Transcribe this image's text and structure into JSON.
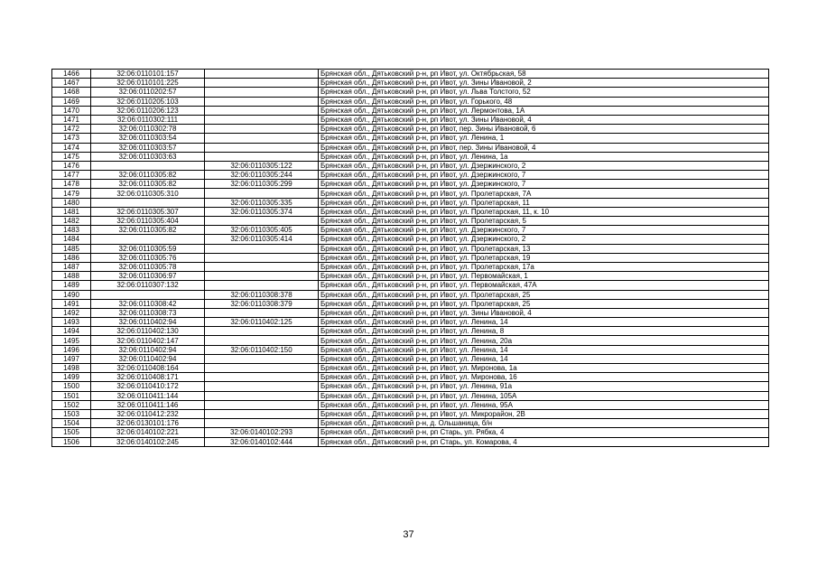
{
  "rows": [
    {
      "num": "1466",
      "cad": "32:06:0110101:157",
      "cad2": "",
      "addr": "Брянская обл., Дятьковский р-н, рп Ивот, ул. Октябрьская, 58"
    },
    {
      "num": "1467",
      "cad": "32:06:0110101:225",
      "cad2": "",
      "addr": "Брянская обл., Дятьковский р-н, рп Ивот, ул. Зины Ивановой, 2"
    },
    {
      "num": "1468",
      "cad": "32:06:0110202:57",
      "cad2": "",
      "addr": "Брянская обл., Дятьковский р-н, рп Ивот, ул. Льва Толстого, 52"
    },
    {
      "num": "1469",
      "cad": "32:06:0110205:103",
      "cad2": "",
      "addr": "Брянская обл., Дятьковский р-н, рп Ивот, ул. Горького, 48"
    },
    {
      "num": "1470",
      "cad": "32:06:0110206:123",
      "cad2": "",
      "addr": "Брянская обл., Дятьковский р-н, рп Ивот, ул. Лермонтова, 1А"
    },
    {
      "num": "1471",
      "cad": "32:06:0110302:111",
      "cad2": "",
      "addr": "Брянская обл., Дятьковский р-н, рп Ивот, ул. Зины Ивановой, 4"
    },
    {
      "num": "1472",
      "cad": "32:06:0110302:78",
      "cad2": "",
      "addr": "Брянская обл., Дятьковский р-н, рп Ивот, пер. Зины Ивановой, 6"
    },
    {
      "num": "1473",
      "cad": "32:06:0110303:54",
      "cad2": "",
      "addr": "Брянская обл., Дятьковский р-н, рп Ивот, ул. Ленина, 1"
    },
    {
      "num": "1474",
      "cad": "32:06:0110303:57",
      "cad2": "",
      "addr": "Брянская обл., Дятьковский р-н, рп Ивот, пер. Зины Ивановой, 4"
    },
    {
      "num": "1475",
      "cad": "32:06:0110303:63",
      "cad2": "",
      "addr": "Брянская обл., Дятьковский р-н, рп Ивот, ул. Ленина, 1а"
    },
    {
      "num": "1476",
      "cad": "",
      "cad2": "32:06:0110305:122",
      "addr": "Брянская обл., Дятьковский р-н, рп Ивот, ул. Дзержинского, 2"
    },
    {
      "num": "1477",
      "cad": "32:06:0110305:82",
      "cad2": "32:06:0110305:244",
      "addr": "Брянская обл., Дятьковский р-н, рп Ивот, ул. Дзержинского, 7"
    },
    {
      "num": "1478",
      "cad": "32:06:0110305:82",
      "cad2": "32:06:0110305:299",
      "addr": "Брянская обл., Дятьковский р-н, рп Ивот, ул. Дзержинского, 7"
    },
    {
      "num": "1479",
      "cad": "32:06:0110305:310",
      "cad2": "",
      "addr": "Брянская обл., Дятьковский р-н, рп Ивот, ул. Пролетарская, 7А"
    },
    {
      "num": "1480",
      "cad": "",
      "cad2": "32:06:0110305:335",
      "addr": "Брянская обл., Дятьковский р-н, рп Ивот, ул. Пролетарская, 11"
    },
    {
      "num": "1481",
      "cad": "32:06:0110305:307",
      "cad2": "32:06:0110305:374",
      "addr": "Брянская обл., Дятьковский р-н, рп Ивот, ул. Пролетарская, 11, к. 10"
    },
    {
      "num": "1482",
      "cad": "32:06:0110305:404",
      "cad2": "",
      "addr": "Брянская обл., Дятьковский р-н, рп Ивот, ул. Пролетарская, 5"
    },
    {
      "num": "1483",
      "cad": "32:06:0110305:82",
      "cad2": "32:06:0110305:405",
      "addr": "Брянская обл., Дятьковский р-н, рп Ивот, ул. Дзержинского, 7"
    },
    {
      "num": "1484",
      "cad": "",
      "cad2": "32:06:0110305:414",
      "addr": "Брянская обл., Дятьковский р-н, рп Ивот, ул. Дзержинского, 2"
    },
    {
      "num": "1485",
      "cad": "32:06:0110305:59",
      "cad2": "",
      "addr": "Брянская обл., Дятьковский р-н, рп Ивот, ул. Пролетарская, 13"
    },
    {
      "num": "1486",
      "cad": "32:06:0110305:76",
      "cad2": "",
      "addr": "Брянская обл., Дятьковский р-н, рп Ивот, ул. Пролетарская, 19"
    },
    {
      "num": "1487",
      "cad": "32:06:0110305:78",
      "cad2": "",
      "addr": "Брянская обл., Дятьковский р-н, рп Ивот, ул. Пролетарская, 17а"
    },
    {
      "num": "1488",
      "cad": "32:06:0110306:97",
      "cad2": "",
      "addr": "Брянская обл., Дятьковский р-н, рп Ивот, ул. Первомайская, 1"
    },
    {
      "num": "1489",
      "cad": "32:06:0110307:132",
      "cad2": "",
      "addr": "Брянская обл., Дятьковский р-н, рп Ивот, ул. Первомайская, 47А"
    },
    {
      "num": "1490",
      "cad": "",
      "cad2": "32:06:0110308:378",
      "addr": "Брянская обл., Дятьковский р-н, рп Ивот, ул. Пролетарская, 25"
    },
    {
      "num": "1491",
      "cad": "32:06:0110308:42",
      "cad2": "32:06:0110308:379",
      "addr": "Брянская обл., Дятьковский р-н, рп Ивот, ул. Пролетарская, 25"
    },
    {
      "num": "1492",
      "cad": "32:06:0110308:73",
      "cad2": "",
      "addr": "Брянская обл., Дятьковский р-н, рп Ивот, ул. Зины Ивановой, 4"
    },
    {
      "num": "1493",
      "cad": "32:06:0110402:94",
      "cad2": "32:06:0110402:125",
      "addr": "Брянская обл., Дятьковский р-н, рп Ивот, ул. Ленина, 14"
    },
    {
      "num": "1494",
      "cad": "32:06:0110402:130",
      "cad2": "",
      "addr": "Брянская обл., Дятьковский р-н, рп Ивот, ул. Ленина, 8"
    },
    {
      "num": "1495",
      "cad": "32:06:0110402:147",
      "cad2": "",
      "addr": "Брянская обл., Дятьковский р-н, рп Ивот, ул. Ленина, 20а"
    },
    {
      "num": "1496",
      "cad": "32:06:0110402:94",
      "cad2": "32:06:0110402:150",
      "addr": "Брянская обл., Дятьковский р-н, рп Ивот, ул. Ленина, 14"
    },
    {
      "num": "1497",
      "cad": "32:06:0110402:94",
      "cad2": "",
      "addr": "Брянская обл., Дятьковский р-н, рп Ивот, ул. Ленина, 14"
    },
    {
      "num": "1498",
      "cad": "32:06:0110408:164",
      "cad2": "",
      "addr": "Брянская обл., Дятьковский р-н, рп Ивот, ул. Миронова, 1а"
    },
    {
      "num": "1499",
      "cad": "32:06:0110408:171",
      "cad2": "",
      "addr": "Брянская обл., Дятьковский р-н, рп Ивот, ул. Миронова, 16"
    },
    {
      "num": "1500",
      "cad": "32:06:0110410:172",
      "cad2": "",
      "addr": "Брянская обл., Дятьковский р-н, рп Ивот, ул. Ленина, 91а"
    },
    {
      "num": "1501",
      "cad": "32:06:0110411:144",
      "cad2": "",
      "addr": "Брянская обл., Дятьковский р-н, рп Ивот, ул. Ленина, 105А"
    },
    {
      "num": "1502",
      "cad": "32:06:0110411:146",
      "cad2": "",
      "addr": "Брянская обл., Дятьковский р-н, рп Ивот, ул. Ленина, 95А"
    },
    {
      "num": "1503",
      "cad": "32:06:0110412:232",
      "cad2": "",
      "addr": "Брянская обл., Дятьковский р-н, рп Ивот, ул. Микрорайон, 2В"
    },
    {
      "num": "1504",
      "cad": "32:06:0130101:176",
      "cad2": "",
      "addr": "Брянская обл., Дятьковский р-н, д. Ольшаница, б/н"
    },
    {
      "num": "1505",
      "cad": "32:06:0140102:221",
      "cad2": "32:06:0140102:293",
      "addr": "Брянская обл., Дятьковский р-н, рп Старь, ул. Рябка, 4"
    },
    {
      "num": "1506",
      "cad": "32:06:0140102:245",
      "cad2": "32:06:0140102:444",
      "addr": "Брянская обл., Дятьковский р-н, рп Старь, ул. Комарова, 4"
    }
  ],
  "page_number": "37"
}
